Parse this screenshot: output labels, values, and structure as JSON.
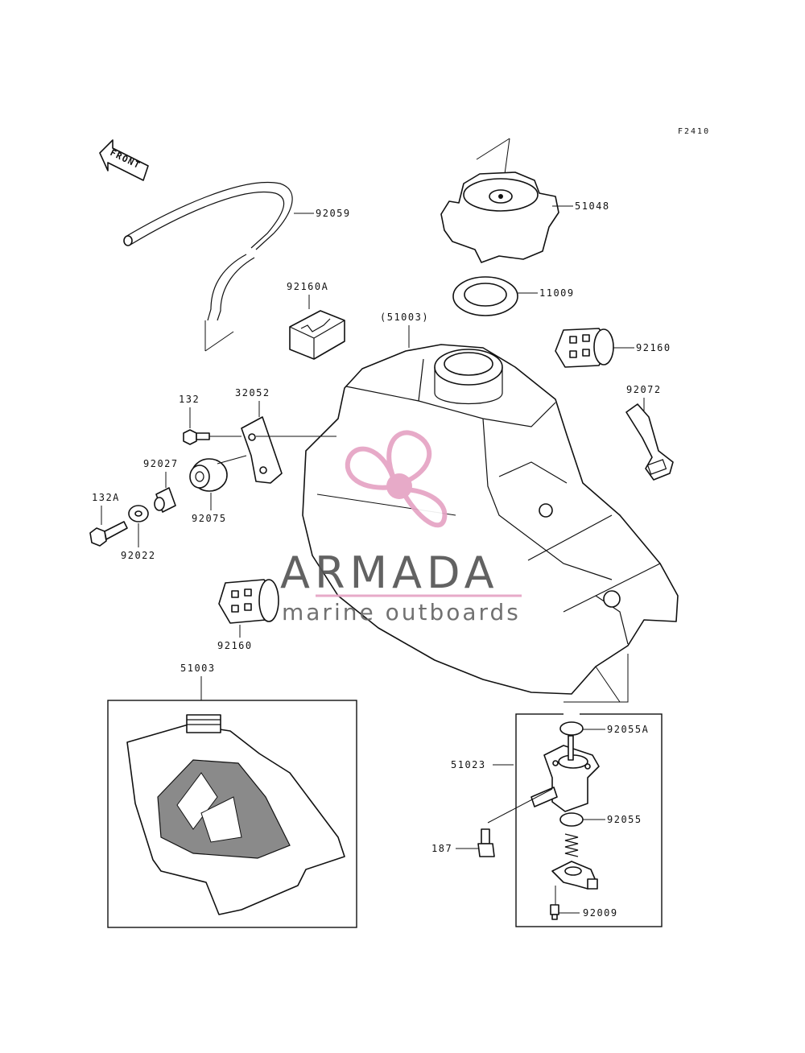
{
  "figure_code": "F2410",
  "front_arrow_label": "FRONT",
  "watermark": {
    "title": "ARMADA",
    "subtitle": "marine outboards",
    "text_color": "#555555",
    "accent_color": "#e6a3c4"
  },
  "parts": {
    "fuel_hose": "92059",
    "fuel_cap": "51048",
    "cap_gasket": "11009",
    "tank_in_diagram": "(51003)",
    "damper_top_right": "92160",
    "damper_block": "92160A",
    "tank_strap": "92072",
    "bolt_132": "132",
    "bracket": "32052",
    "collar": "92027",
    "grommet": "92075",
    "bolt_132a": "132A",
    "washer": "92022",
    "damper_left": "92160",
    "tank_assembly_inset": "51003",
    "o_ring_a": "92055A",
    "fuel_cock": "51023",
    "o_ring": "92055",
    "bolt_187": "187",
    "screw": "92009"
  }
}
